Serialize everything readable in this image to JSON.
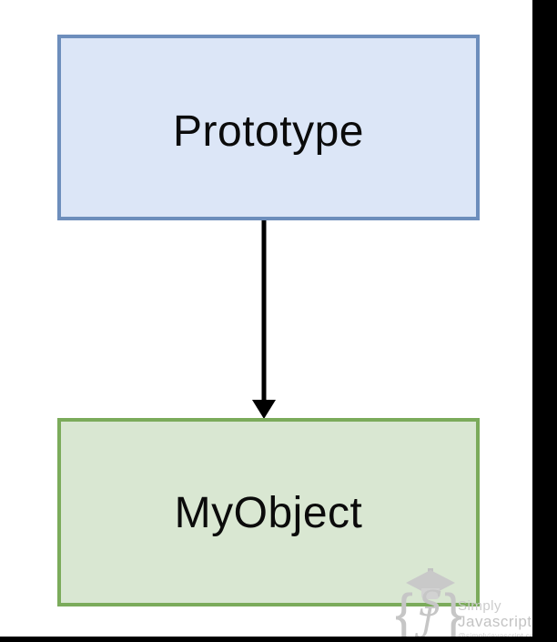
{
  "diagram": {
    "nodes": [
      {
        "id": "prototype",
        "label": "Prototype",
        "fill": "#dce6f7",
        "border": "#6d8ebc"
      },
      {
        "id": "myobject",
        "label": "MyObject",
        "fill": "#d9e7d2",
        "border": "#7bab5b"
      }
    ],
    "edge": {
      "from": "prototype",
      "to": "myobject",
      "direction": "down",
      "color": "#000000"
    }
  },
  "watermark": {
    "brace_left": "{",
    "brace_right": "}",
    "monogram_s": "S",
    "monogram_j": "J",
    "brand_line1": "Simply",
    "brand_line2": "Javascript",
    "url_line": "@simplyjavascript.com",
    "gray": "#c6c6c6"
  },
  "frame": {
    "letterbox_color": "#000000"
  }
}
